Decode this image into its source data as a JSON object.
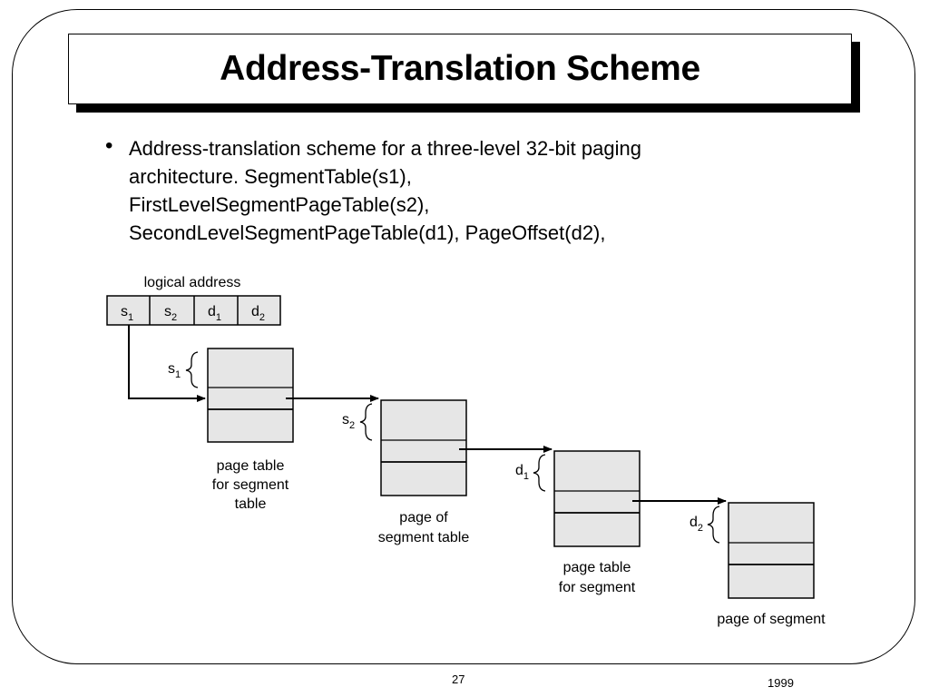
{
  "slide": {
    "title": "Address-Translation Scheme",
    "bullet_symbol": "•",
    "bullet_lines": [
      "Address-translation scheme for a three-level 32-bit paging",
      "architecture. SegmentTable(s1),",
      "FirstLevelSegmentPageTable(s2),",
      "SecondLevelSegmentPageTable(d1), PageOffset(d2),"
    ],
    "page_number": "27",
    "year": "1999"
  },
  "diagram": {
    "logical_address_label": "logical address",
    "fields": [
      {
        "letter": "s",
        "sub": "1"
      },
      {
        "letter": "s",
        "sub": "2"
      },
      {
        "letter": "d",
        "sub": "1"
      },
      {
        "letter": "d",
        "sub": "2"
      }
    ],
    "offsets": [
      {
        "letter": "s",
        "sub": "1"
      },
      {
        "letter": "s",
        "sub": "2"
      },
      {
        "letter": "d",
        "sub": "1"
      },
      {
        "letter": "d",
        "sub": "2"
      }
    ],
    "tables": [
      {
        "caption": [
          "page table",
          "for segment",
          "table"
        ]
      },
      {
        "caption": [
          "page of",
          "segment table"
        ]
      },
      {
        "caption": [
          "page table",
          "for segment"
        ]
      },
      {
        "caption": [
          "page of segment"
        ]
      }
    ],
    "colors": {
      "table_fill": "#e6e6e6",
      "field_fill": "#e6e6e6",
      "line": "#000000"
    }
  }
}
